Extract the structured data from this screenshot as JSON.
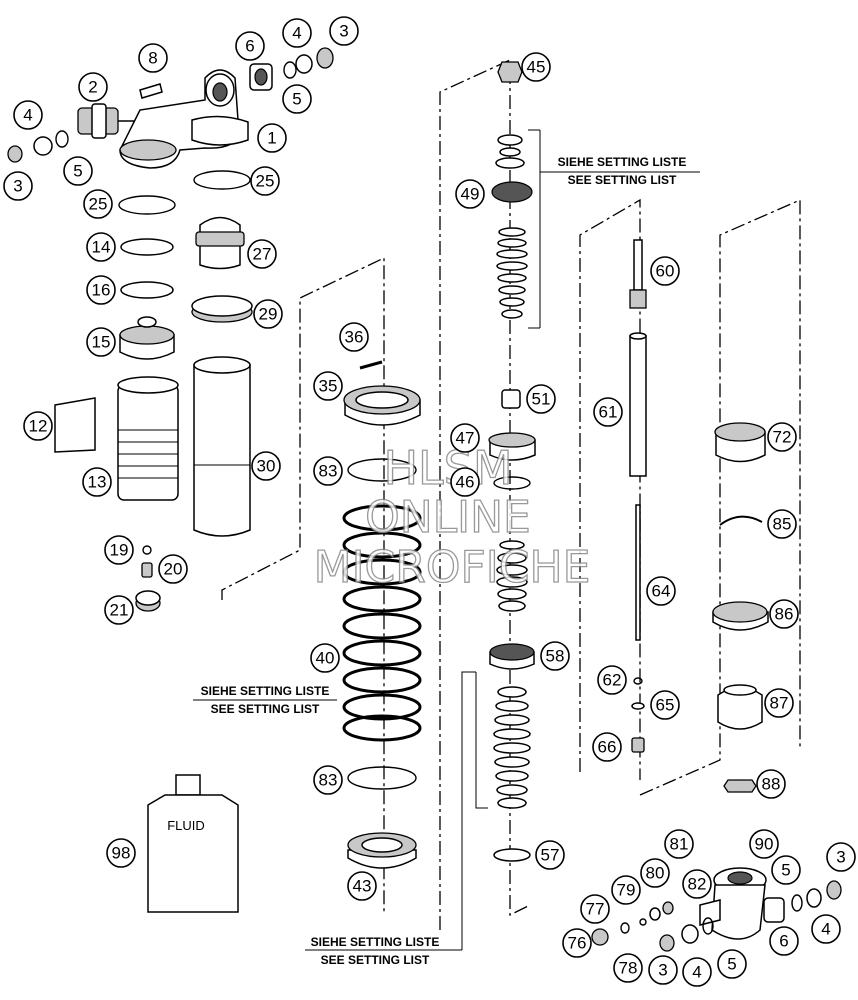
{
  "callouts": {
    "c1": "1",
    "c2": "2",
    "c3": "3",
    "c4": "4",
    "c5": "5",
    "c6": "6",
    "c8": "8",
    "c12": "12",
    "c13": "13",
    "c14": "14",
    "c15": "15",
    "c16": "16",
    "c19": "19",
    "c20": "20",
    "c21": "21",
    "c25": "25",
    "c27": "27",
    "c29": "29",
    "c30": "30",
    "c35": "35",
    "c36": "36",
    "c40": "40",
    "c43": "43",
    "c45": "45",
    "c46": "46",
    "c47": "47",
    "c49": "49",
    "c51": "51",
    "c57": "57",
    "c58": "58",
    "c60": "60",
    "c61": "61",
    "c62": "62",
    "c64": "64",
    "c65": "65",
    "c66": "66",
    "c72": "72",
    "c76": "76",
    "c77": "77",
    "c78": "78",
    "c79": "79",
    "c80": "80",
    "c81": "81",
    "c82": "82",
    "c83": "83",
    "c85": "85",
    "c86": "86",
    "c87": "87",
    "c88": "88",
    "c90": "90",
    "c98": "98"
  },
  "notes": {
    "setting_de": "SIEHE SETTING LISTE",
    "setting_en": "SEE SETTING LIST"
  },
  "fluid_label": "FLUID",
  "watermark": {
    "line1": "HLSM",
    "line2": "ONLINE",
    "line3": "MICROFICHE"
  }
}
